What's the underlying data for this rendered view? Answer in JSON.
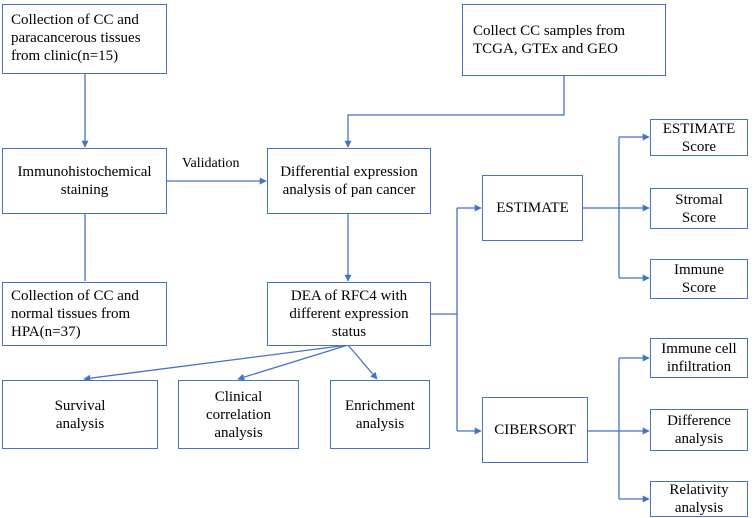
{
  "boxes": {
    "collection_clinic": "Collection of CC and paracancerous tissues from clinic(n=15)",
    "collect_samples": "Collect CC samples from TCGA, GTEx and GEO",
    "ihc_staining": "Immunohistochemical staining",
    "dea_pan_cancer": "Differential expression analysis of pan cancer",
    "collection_hpa": "Collection of CC and normal tissues from HPA(n=37)",
    "dea_rfc4": "DEA of RFC4 with different expression status",
    "survival": "Survival analysis",
    "clinical_correlation": "Clinical correlation analysis",
    "enrichment": "Enrichment analysis",
    "estimate": "ESTIMATE",
    "cibersort": "CIBERSORT",
    "estimate_score": "ESTIMATE Score",
    "stromal_score": "Stromal Score",
    "immune_score": "Immune Score",
    "immune_cell_infiltration": "Immune cell infiltration",
    "difference_analysis": "Difference analysis",
    "relativity_analysis": "Relativity analysis"
  },
  "labels": {
    "validation": "Validation"
  },
  "colors": {
    "box_border": "#4472c4",
    "arrow": "#4472c4",
    "text": "#000000"
  }
}
